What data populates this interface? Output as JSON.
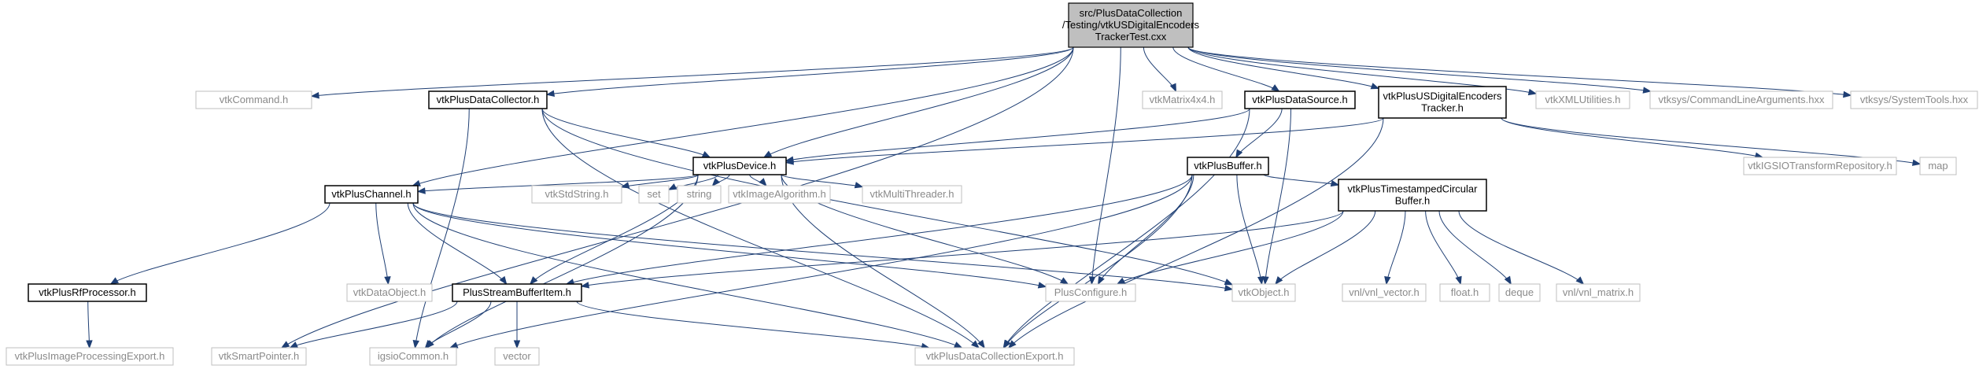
{
  "diagram": {
    "root": "vtkUSDigitalEncodersTrackerTest",
    "nodes": [
      {
        "id": "vtkUSDigitalEncodersTrackerTest",
        "lines": [
          "src/PlusDataCollection",
          "/Testing/vtkUSDigitalEncoders",
          "TrackerTest.cxx"
        ],
        "kind": "root"
      },
      {
        "id": "vtkSmartPointer",
        "lines": [
          "vtkSmartPointer.h"
        ],
        "kind": "external"
      },
      {
        "id": "vtkCommand",
        "lines": [
          "vtkCommand.h"
        ],
        "kind": "external"
      },
      {
        "id": "vtkPlusChannel",
        "lines": [
          "vtkPlusChannel.h"
        ],
        "kind": "documented"
      },
      {
        "id": "vtkPlusDataCollector",
        "lines": [
          "vtkPlusDataCollector.h"
        ],
        "kind": "documented"
      },
      {
        "id": "vtkPlusDevice",
        "lines": [
          "vtkPlusDevice.h"
        ],
        "kind": "documented"
      },
      {
        "id": "PlusConfigure",
        "lines": [
          "PlusConfigure.h"
        ],
        "kind": "external"
      },
      {
        "id": "vtkMatrix4x4",
        "lines": [
          "vtkMatrix4x4.h"
        ],
        "kind": "external"
      },
      {
        "id": "vtkPlusDataSource",
        "lines": [
          "vtkPlusDataSource.h"
        ],
        "kind": "documented"
      },
      {
        "id": "vtkPlusUSDigitalEncodersTracker",
        "lines": [
          "vtkPlusUSDigitalEncoders",
          "Tracker.h"
        ],
        "kind": "documented"
      },
      {
        "id": "vtkXMLUtilities",
        "lines": [
          "vtkXMLUtilities.h"
        ],
        "kind": "external"
      },
      {
        "id": "CommandLineArguments",
        "lines": [
          "vtksys/CommandLineArguments.hxx"
        ],
        "kind": "external"
      },
      {
        "id": "SystemTools",
        "lines": [
          "vtksys/SystemTools.hxx"
        ],
        "kind": "external"
      },
      {
        "id": "vtkPlusBuffer",
        "lines": [
          "vtkPlusBuffer.h"
        ],
        "kind": "documented"
      },
      {
        "id": "vtkIGSIOTransformRepository",
        "lines": [
          "vtkIGSIOTransformRepository.h"
        ],
        "kind": "external"
      },
      {
        "id": "map",
        "lines": [
          "map"
        ],
        "kind": "external"
      },
      {
        "id": "vtkStdString",
        "lines": [
          "vtkStdString.h"
        ],
        "kind": "external"
      },
      {
        "id": "set",
        "lines": [
          "set"
        ],
        "kind": "external"
      },
      {
        "id": "string",
        "lines": [
          "string"
        ],
        "kind": "external"
      },
      {
        "id": "vtkImageAlgorithm",
        "lines": [
          "vtkImageAlgorithm.h"
        ],
        "kind": "external"
      },
      {
        "id": "vtkMultiThreader",
        "lines": [
          "vtkMultiThreader.h"
        ],
        "kind": "external"
      },
      {
        "id": "vtkPlusTimestampedCircularBuffer",
        "lines": [
          "vtkPlusTimestampedCircular",
          "Buffer.h"
        ],
        "kind": "documented"
      },
      {
        "id": "vtkPlusRfProcessor",
        "lines": [
          "vtkPlusRfProcessor.h"
        ],
        "kind": "documented"
      },
      {
        "id": "vtkDataObject",
        "lines": [
          "vtkDataObject.h"
        ],
        "kind": "external"
      },
      {
        "id": "PlusStreamBufferItem",
        "lines": [
          "PlusStreamBufferItem.h"
        ],
        "kind": "documented"
      },
      {
        "id": "vtkObject",
        "lines": [
          "vtkObject.h"
        ],
        "kind": "external"
      },
      {
        "id": "vnl_vector",
        "lines": [
          "vnl/vnl_vector.h"
        ],
        "kind": "external"
      },
      {
        "id": "float",
        "lines": [
          "float.h"
        ],
        "kind": "external"
      },
      {
        "id": "deque",
        "lines": [
          "deque"
        ],
        "kind": "external"
      },
      {
        "id": "vnl_matrix",
        "lines": [
          "vnl/vnl_matrix.h"
        ],
        "kind": "external"
      },
      {
        "id": "vtkPlusImageProcessingExport",
        "lines": [
          "vtkPlusImageProcessingExport.h"
        ],
        "kind": "external"
      },
      {
        "id": "igsioCommon",
        "lines": [
          "igsioCommon.h"
        ],
        "kind": "external"
      },
      {
        "id": "vector",
        "lines": [
          "vector"
        ],
        "kind": "external"
      },
      {
        "id": "vtkPlusDataCollectionExport",
        "lines": [
          "vtkPlusDataCollectionExport.h"
        ],
        "kind": "external"
      }
    ],
    "edges": [
      [
        "vtkUSDigitalEncodersTrackerTest",
        "vtkSmartPointer"
      ],
      [
        "vtkUSDigitalEncodersTrackerTest",
        "vtkCommand"
      ],
      [
        "vtkUSDigitalEncodersTrackerTest",
        "vtkPlusChannel"
      ],
      [
        "vtkUSDigitalEncodersTrackerTest",
        "vtkPlusDataCollector"
      ],
      [
        "vtkUSDigitalEncodersTrackerTest",
        "vtkPlusDevice"
      ],
      [
        "vtkUSDigitalEncodersTrackerTest",
        "PlusConfigure"
      ],
      [
        "vtkUSDigitalEncodersTrackerTest",
        "vtkMatrix4x4"
      ],
      [
        "vtkUSDigitalEncodersTrackerTest",
        "vtkPlusDataSource"
      ],
      [
        "vtkUSDigitalEncodersTrackerTest",
        "vtkPlusUSDigitalEncodersTracker"
      ],
      [
        "vtkUSDigitalEncodersTrackerTest",
        "vtkXMLUtilities"
      ],
      [
        "vtkUSDigitalEncodersTrackerTest",
        "CommandLineArguments"
      ],
      [
        "vtkUSDigitalEncodersTrackerTest",
        "SystemTools"
      ],
      [
        "vtkPlusDataCollector",
        "vtkPlusDevice"
      ],
      [
        "vtkPlusDataCollector",
        "igsioCommon"
      ],
      [
        "vtkPlusDataCollector",
        "vtkPlusDataCollectionExport"
      ],
      [
        "vtkPlusDataCollector",
        "vtkObject"
      ],
      [
        "vtkPlusDataSource",
        "vtkPlusDevice"
      ],
      [
        "vtkPlusDataSource",
        "vtkPlusBuffer"
      ],
      [
        "vtkPlusDataSource",
        "vtkObject"
      ],
      [
        "vtkPlusDataSource",
        "vtkPlusDataCollectionExport"
      ],
      [
        "vtkPlusUSDigitalEncodersTracker",
        "vtkPlusDevice"
      ],
      [
        "vtkPlusUSDigitalEncodersTracker",
        "vtkIGSIOTransformRepository"
      ],
      [
        "vtkPlusUSDigitalEncodersTracker",
        "map"
      ],
      [
        "vtkPlusUSDigitalEncodersTracker",
        "vtkPlusDataCollectionExport"
      ],
      [
        "vtkPlusDevice",
        "vtkPlusChannel"
      ],
      [
        "vtkPlusDevice",
        "vtkStdString"
      ],
      [
        "vtkPlusDevice",
        "set"
      ],
      [
        "vtkPlusDevice",
        "string"
      ],
      [
        "vtkPlusDevice",
        "vtkImageAlgorithm"
      ],
      [
        "vtkPlusDevice",
        "vtkMultiThreader"
      ],
      [
        "vtkPlusDevice",
        "PlusStreamBufferItem"
      ],
      [
        "vtkPlusDevice",
        "PlusConfigure"
      ],
      [
        "vtkPlusDevice",
        "igsioCommon"
      ],
      [
        "vtkPlusDevice",
        "vtkPlusDataCollectionExport"
      ],
      [
        "vtkPlusBuffer",
        "PlusStreamBufferItem"
      ],
      [
        "vtkPlusBuffer",
        "PlusConfigure"
      ],
      [
        "vtkPlusBuffer",
        "vtkObject"
      ],
      [
        "vtkPlusBuffer",
        "vtkPlusTimestampedCircularBuffer"
      ],
      [
        "vtkPlusBuffer",
        "igsioCommon"
      ],
      [
        "vtkPlusBuffer",
        "vtkPlusDataCollectionExport"
      ],
      [
        "vtkPlusTimestampedCircularBuffer",
        "PlusStreamBufferItem"
      ],
      [
        "vtkPlusTimestampedCircularBuffer",
        "PlusConfigure"
      ],
      [
        "vtkPlusTimestampedCircularBuffer",
        "vtkObject"
      ],
      [
        "vtkPlusTimestampedCircularBuffer",
        "vnl_vector"
      ],
      [
        "vtkPlusTimestampedCircularBuffer",
        "float"
      ],
      [
        "vtkPlusTimestampedCircularBuffer",
        "deque"
      ],
      [
        "vtkPlusTimestampedCircularBuffer",
        "vnl_matrix"
      ],
      [
        "vtkPlusChannel",
        "vtkPlusRfProcessor"
      ],
      [
        "vtkPlusChannel",
        "vtkDataObject"
      ],
      [
        "vtkPlusChannel",
        "PlusStreamBufferItem"
      ],
      [
        "vtkPlusChannel",
        "PlusConfigure"
      ],
      [
        "vtkPlusChannel",
        "vtkPlusDataCollectionExport"
      ],
      [
        "vtkPlusChannel",
        "vtkObject"
      ],
      [
        "vtkPlusRfProcessor",
        "vtkPlusImageProcessingExport"
      ],
      [
        "PlusStreamBufferItem",
        "vtkSmartPointer"
      ],
      [
        "PlusStreamBufferItem",
        "igsioCommon"
      ],
      [
        "PlusStreamBufferItem",
        "vector"
      ],
      [
        "PlusStreamBufferItem",
        "vtkPlusDataCollectionExport"
      ]
    ]
  }
}
